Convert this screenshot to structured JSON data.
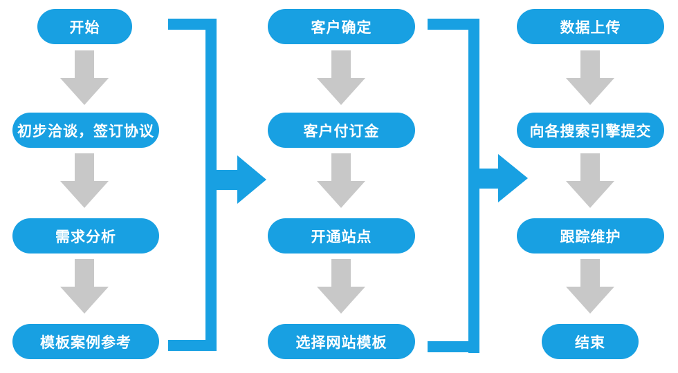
{
  "flow": {
    "columns": [
      {
        "nodes": [
          {
            "label": "开始"
          },
          {
            "label": "初步洽谈，签订协议"
          },
          {
            "label": "需求分析"
          },
          {
            "label": "模板案例参考"
          }
        ]
      },
      {
        "nodes": [
          {
            "label": "客户确定"
          },
          {
            "label": "客户付订金"
          },
          {
            "label": "开通站点"
          },
          {
            "label": "选择网站模板"
          }
        ]
      },
      {
        "nodes": [
          {
            "label": "数据上传"
          },
          {
            "label": "向各搜索引擎提交"
          },
          {
            "label": "跟踪维护"
          },
          {
            "label": "结束"
          }
        ]
      }
    ],
    "colors": {
      "node": "#18a0e2",
      "connector": "#18a0e2",
      "down_arrow": "#c8c8c8",
      "text": "#ffffff",
      "background": "#ffffff"
    },
    "icons": {
      "down-arrow-icon": "gray triangle arrow pointing down (css shape)",
      "right-arrow-icon": "blue triangle arrow pointing right (svg shape)"
    }
  }
}
